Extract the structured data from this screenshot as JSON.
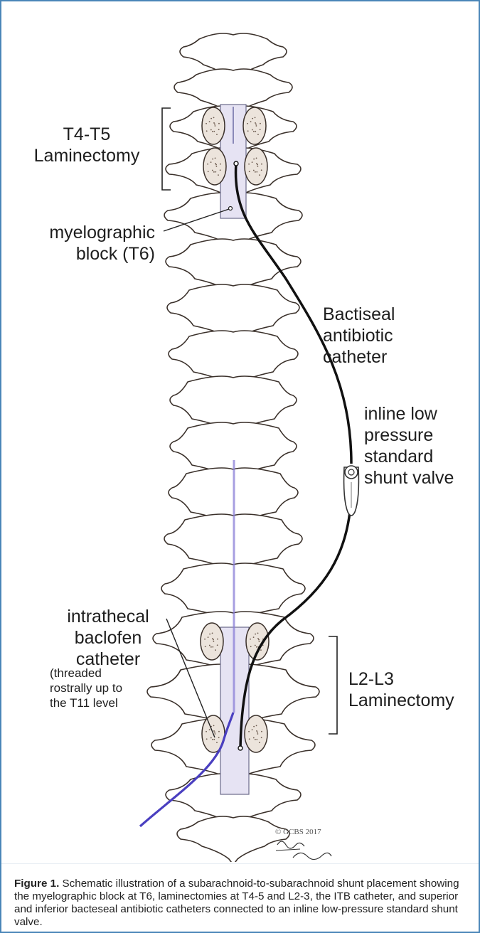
{
  "labels": {
    "t45_line1": "T4-T5",
    "t45_line2": "Laminectomy",
    "block_line1": "myelographic",
    "block_line2": "block (T6)",
    "bactiseal_line1": "Bactiseal",
    "bactiseal_line2": "antibiotic",
    "bactiseal_line3": "catheter",
    "valve_line1": "inline low",
    "valve_line2": "pressure",
    "valve_line3": "standard",
    "valve_line4": "shunt valve",
    "l23_line1": "L2-L3",
    "l23_line2": "Laminectomy",
    "itb_line1": "intrathecal",
    "itb_line2": "baclofen",
    "itb_line3": "catheter",
    "itb_note1": "(threaded",
    "itb_note2": "rostrally up to",
    "itb_note3": "the T11 level"
  },
  "credit": {
    "copyright": "© GCBS 2017",
    "signature": "Elyssa Siegel"
  },
  "caption": {
    "label": "Figure 1.",
    "text": "Schematic illustration of a subarachnoid-to-subarachnoid shunt placement showing the myelographic block at T6, laminectomies at T4-5 and L2-3, the ITB catheter, and superior and inferior bacteseal antibiotic catheters connected to an inline low-pressure standard shunt valve."
  },
  "colors": {
    "frame": "#4a86b8",
    "outline": "#3a302a",
    "catheter_black": "#111111",
    "itb_catheter": "#4a3fc0",
    "thecal_fill": "#e6e3f3"
  }
}
